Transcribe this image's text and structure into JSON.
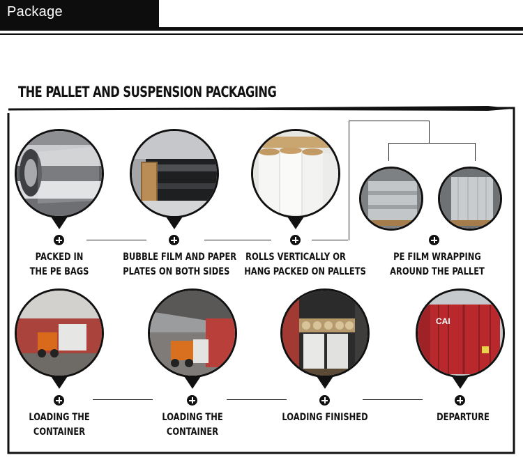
{
  "header": {
    "title": "Package"
  },
  "section": {
    "title": "THE PALLET AND SUSPENSION PACKAGING"
  },
  "steps_top": [
    {
      "line1": "PACKED IN",
      "line2": "THE PE BAGS",
      "photo": "film-rolls-in-pe-bags"
    },
    {
      "line1": "BUBBLE FILM AND PAPER",
      "line2": "PLATES ON BOTH SIDES",
      "photo": "bubble-film-roll"
    },
    {
      "line1": "ROLLS VERTICALLY OR",
      "line2": "HANG PACKED ON PALLETS",
      "photo": "rolls-on-pallet"
    },
    {
      "line1": "PE FILM WRAPPING",
      "line2": "AROUND THE PALLET",
      "photo": "wrapped-pallets"
    }
  ],
  "steps_bottom": [
    {
      "line1": "LOADING THE",
      "line2": "CONTAINER",
      "photo": "forklift-loading"
    },
    {
      "line1": "LOADING THE",
      "line2": "CONTAINER",
      "photo": "forklift-warehouse"
    },
    {
      "line1": "LOADING FINISHED",
      "line2": "",
      "photo": "loaded-container"
    },
    {
      "line1": "DEPARTURE",
      "line2": "",
      "photo": "red-shipping-container"
    }
  ],
  "container_code": "CAI",
  "colors": {
    "frame": "#111111",
    "header_bg": "#0d0d0d",
    "container_red": "#b8282c"
  }
}
